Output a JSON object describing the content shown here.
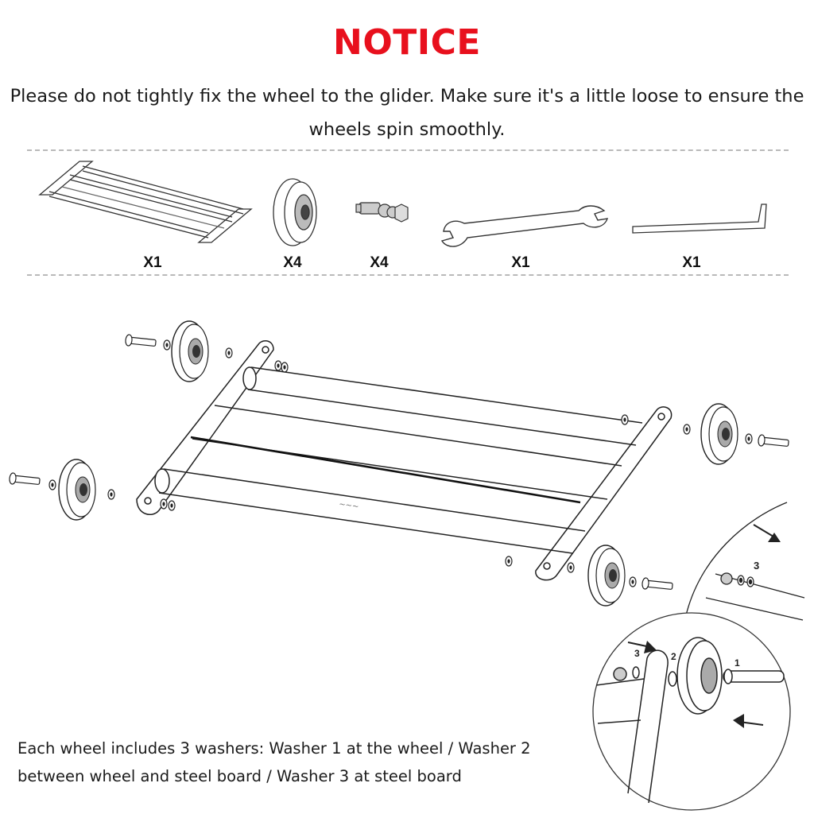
{
  "title": "NOTICE",
  "colors": {
    "title": "#e8101d",
    "line_art": "#1a1a1a"
  },
  "notice": "Please do not tightly fix the wheel to the glider. Make sure it's a little loose to ensure the wheels spin smoothly.",
  "parts": [
    {
      "icon": "glider-frame-icon",
      "qty": "X1"
    },
    {
      "icon": "wheel-icon",
      "qty": "X4"
    },
    {
      "icon": "bolt-nut-icon",
      "qty": "X4"
    },
    {
      "icon": "wrench-icon",
      "qty": "X1"
    },
    {
      "icon": "hex-key-icon",
      "qty": "X1"
    }
  ],
  "detail_labels": {
    "washer_1": "1",
    "washer_2": "2",
    "washer_3": "3",
    "washer_3_top": "3"
  },
  "footnote": "Each wheel includes 3 washers: Washer 1 at the wheel / Washer 2 between wheel and steel board / Washer 3 at steel board"
}
